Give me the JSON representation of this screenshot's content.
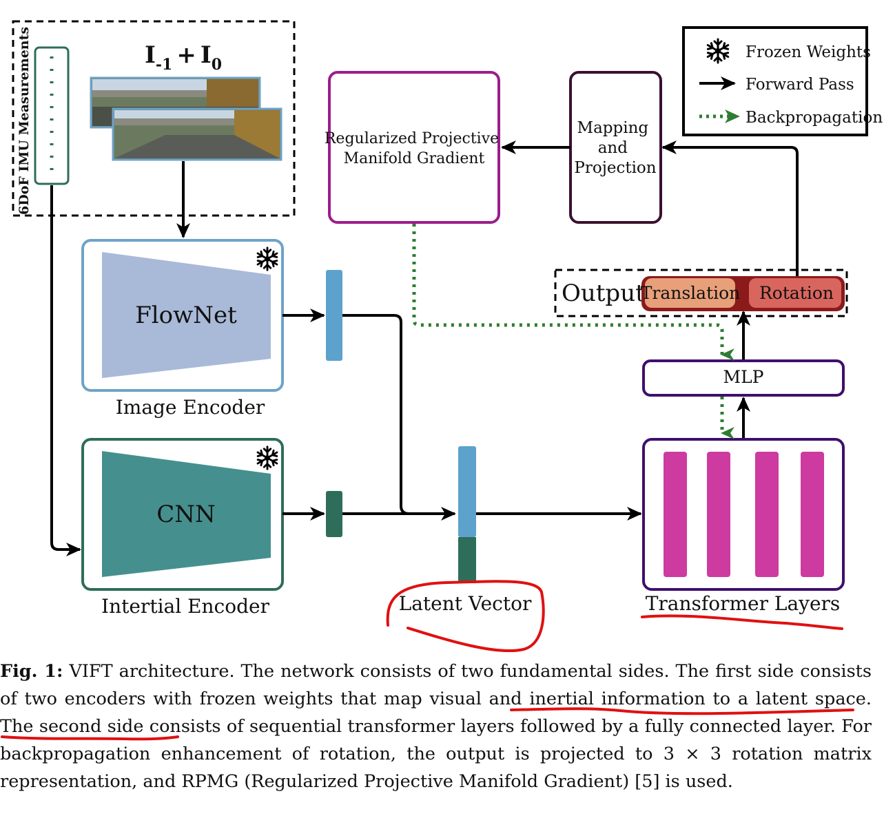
{
  "input": {
    "frames_label": {
      "base1": "I",
      "sub1": "-1",
      "plus": "+",
      "base2": "I",
      "sub2": "0"
    },
    "imu_label": "6DoF IMU Measurements"
  },
  "encoders": {
    "image": {
      "name": "FlowNet",
      "caption": "Image Encoder",
      "color": "#6fa3c8"
    },
    "inertial": {
      "name": "CNN",
      "caption": "Intertial Encoder",
      "color": "#2e6d5a"
    }
  },
  "latent_vector": {
    "label": "Latent Vector"
  },
  "transformer": {
    "label": "Transformer Layers",
    "bar_color": "#cd3aa0"
  },
  "mlp": {
    "label": "MLP"
  },
  "output": {
    "label": "Output",
    "translation": "Translation",
    "rotation": "Rotation"
  },
  "mapping": {
    "line1": "Mapping",
    "line2": "and",
    "line3": "Projection"
  },
  "rpmg": {
    "line1": "Regularized Projective",
    "line2": "Manifold Gradient"
  },
  "legend": {
    "frozen": "Frozen Weights",
    "forward": "Forward Pass",
    "backprop": "Backpropagation"
  },
  "caption": {
    "fig_label": "Fig. 1:",
    "part1": " VIFT architecture. The network consists of two fundamental sides. The first side consists of two encoders with frozen weights that ",
    "underlined": "map visual and inertial information to a latent space.",
    "part2": " The second side consists of sequential transformer layers followed by a fully connected layer. For backpropagation enhancement of rotation, the output is projected to 3 × 3 rotation matrix representation, and RPMG (Regularized Projective Manifold Gradient) [5] is used."
  },
  "colors": {
    "forward_arrow": "#000000",
    "backprop_arrow": "#2e7d32",
    "rpmg_border": "#9c1d8c",
    "mapping_border": "#3a1030",
    "transformer_border": "#3f0e6e",
    "output_bar": "#8b1a1a",
    "translation_fill": "#e8a07a",
    "rotation_fill": "#d9665e",
    "annotation_red": "#e01010"
  }
}
